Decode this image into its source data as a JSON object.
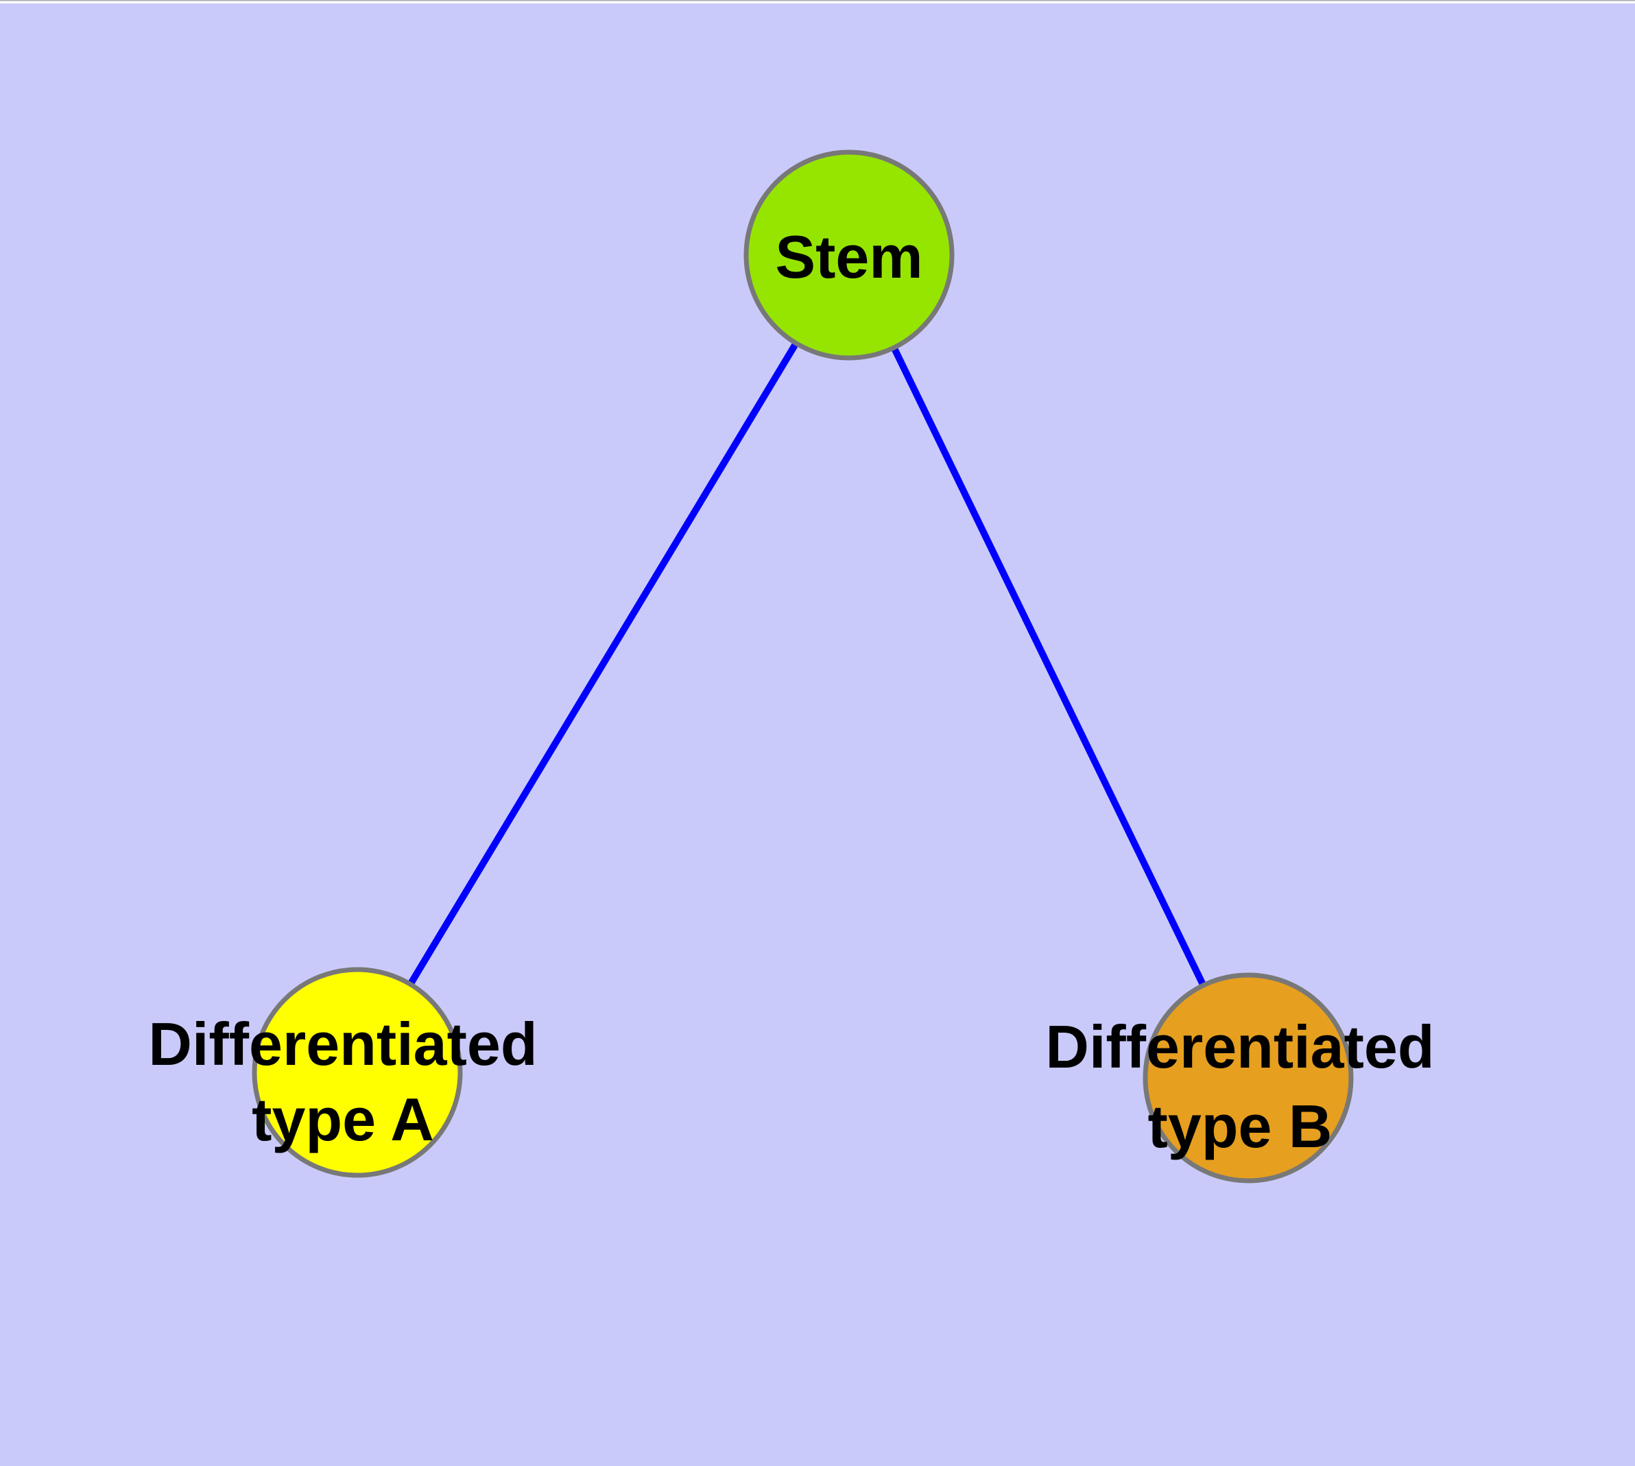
{
  "canvas": {
    "background_color": "#CACAFA",
    "top_strip_color": "#FFFFFF",
    "top_hairline_color": "#A8A8B2"
  },
  "graph": {
    "edge_color": "#0000FF",
    "node_border_color": "#787878",
    "label_color": "#000000",
    "nodes": [
      {
        "id": "stem",
        "label_lines": [
          "Stem"
        ],
        "fill_color": "#95E500"
      },
      {
        "id": "differentiated-type-a",
        "label_lines": [
          "Differentiated",
          "type A"
        ],
        "fill_color": "#FFFF00"
      },
      {
        "id": "differentiated-type-b",
        "label_lines": [
          "Differentiated",
          "type B"
        ],
        "fill_color": "#E69F1E"
      }
    ],
    "edges": [
      {
        "from": "stem",
        "to": "differentiated-type-a"
      },
      {
        "from": "stem",
        "to": "differentiated-type-b"
      }
    ]
  }
}
